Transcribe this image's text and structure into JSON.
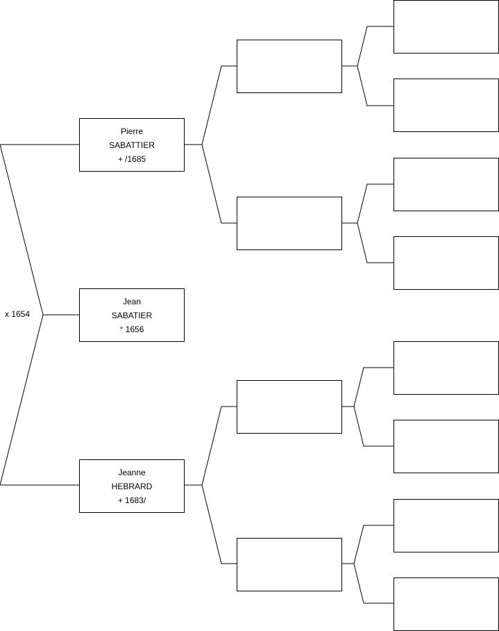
{
  "marriage": {
    "label": "x 1654"
  },
  "root": {
    "first": "Jean",
    "last": "SABATIER",
    "event": "° 1656"
  },
  "father": {
    "first": "Pierre",
    "last": "SABATTIER",
    "event": "+ /1685"
  },
  "mother": {
    "first": "Jeanne",
    "last": "HEBRARD",
    "event": "+ 1683/"
  },
  "grandparents": [
    {
      "first": "",
      "last": "",
      "event": ""
    },
    {
      "first": "",
      "last": "",
      "event": ""
    },
    {
      "first": "",
      "last": "",
      "event": ""
    },
    {
      "first": "",
      "last": "",
      "event": ""
    }
  ],
  "great_grandparents": [
    {
      "first": "",
      "last": "",
      "event": ""
    },
    {
      "first": "",
      "last": "",
      "event": ""
    },
    {
      "first": "",
      "last": "",
      "event": ""
    },
    {
      "first": "",
      "last": "",
      "event": ""
    },
    {
      "first": "",
      "last": "",
      "event": ""
    },
    {
      "first": "",
      "last": "",
      "event": ""
    },
    {
      "first": "",
      "last": "",
      "event": ""
    },
    {
      "first": "",
      "last": "",
      "event": ""
    }
  ]
}
